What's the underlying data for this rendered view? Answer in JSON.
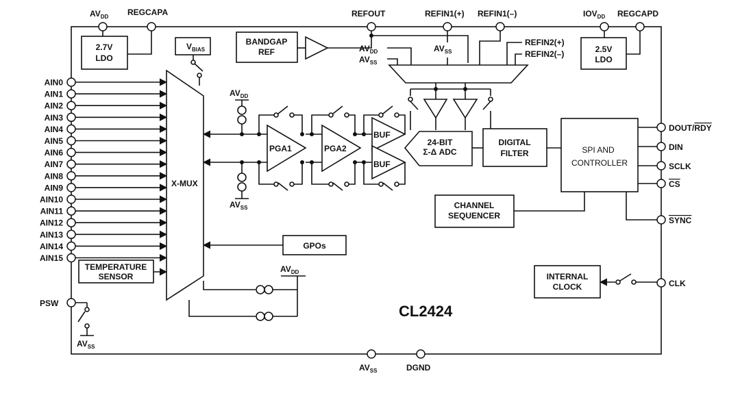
{
  "title": "CL2424",
  "top_pins": {
    "avdd": "AV",
    "avdd_sub": "DD",
    "regcapa": "REGCAPA",
    "refout": "REFOUT",
    "refin1p": "REFIN1(+)",
    "refin1n": "REFIN1(–)",
    "iovdd": "IOV",
    "iovdd_sub": "DD",
    "regcapd": "REGCAPD"
  },
  "ldo_left": [
    "2.7V",
    "LDO"
  ],
  "ldo_right": [
    "2.5V",
    "LDO"
  ],
  "vbias": "V",
  "vbias_sub": "BIAS",
  "bandgap": [
    "BANDGAP",
    "REF"
  ],
  "ref_mux_labels": {
    "avdd": "AV",
    "avdd_sub": "DD",
    "avss": "AV",
    "avss_sub": "SS",
    "avss2": "AV",
    "avss2_sub": "SS",
    "refin2p": "REFIN2(+)",
    "refin2n": "REFIN2(–)"
  },
  "ain_pins": [
    "AIN0",
    "AIN1",
    "AIN2",
    "AIN3",
    "AIN4",
    "AIN5",
    "AIN6",
    "AIN7",
    "AIN8",
    "AIN9",
    "AIN10",
    "AIN11",
    "AIN12",
    "AIN13",
    "AIN14",
    "AIN15"
  ],
  "xmux": "X-MUX",
  "temp_sensor": [
    "TEMPERATURE",
    "SENSOR"
  ],
  "psw": "PSW",
  "avss_psw": "AV",
  "avss_psw_sub": "SS",
  "bias_avdd": "AV",
  "bias_avdd_sub": "DD",
  "bias_avss": "AV",
  "bias_avss_sub": "SS",
  "pga1": "PGA1",
  "pga2": "PGA2",
  "buf": "BUF",
  "adc": [
    "24-BIT",
    "Σ-Δ ADC"
  ],
  "digital_filter": [
    "DIGITAL",
    "FILTER"
  ],
  "spi": [
    "SPI AND",
    "CONTROLLER"
  ],
  "channel_seq": [
    "CHANNEL",
    "SEQUENCER"
  ],
  "gpos": "GPOs",
  "bottom_avdd": "AV",
  "bottom_avdd_sub": "DD",
  "internal_clock": [
    "INTERNAL",
    "CLOCK"
  ],
  "right_pins": {
    "dout": "DOUT/",
    "rdy": "RDY",
    "din": "DIN",
    "sclk": "SCLK",
    "cs": "CS",
    "sync": "SYNC",
    "clk": "CLK"
  },
  "bottom_pins": {
    "avss": "AV",
    "avss_sub": "SS",
    "dgnd": "DGND"
  }
}
